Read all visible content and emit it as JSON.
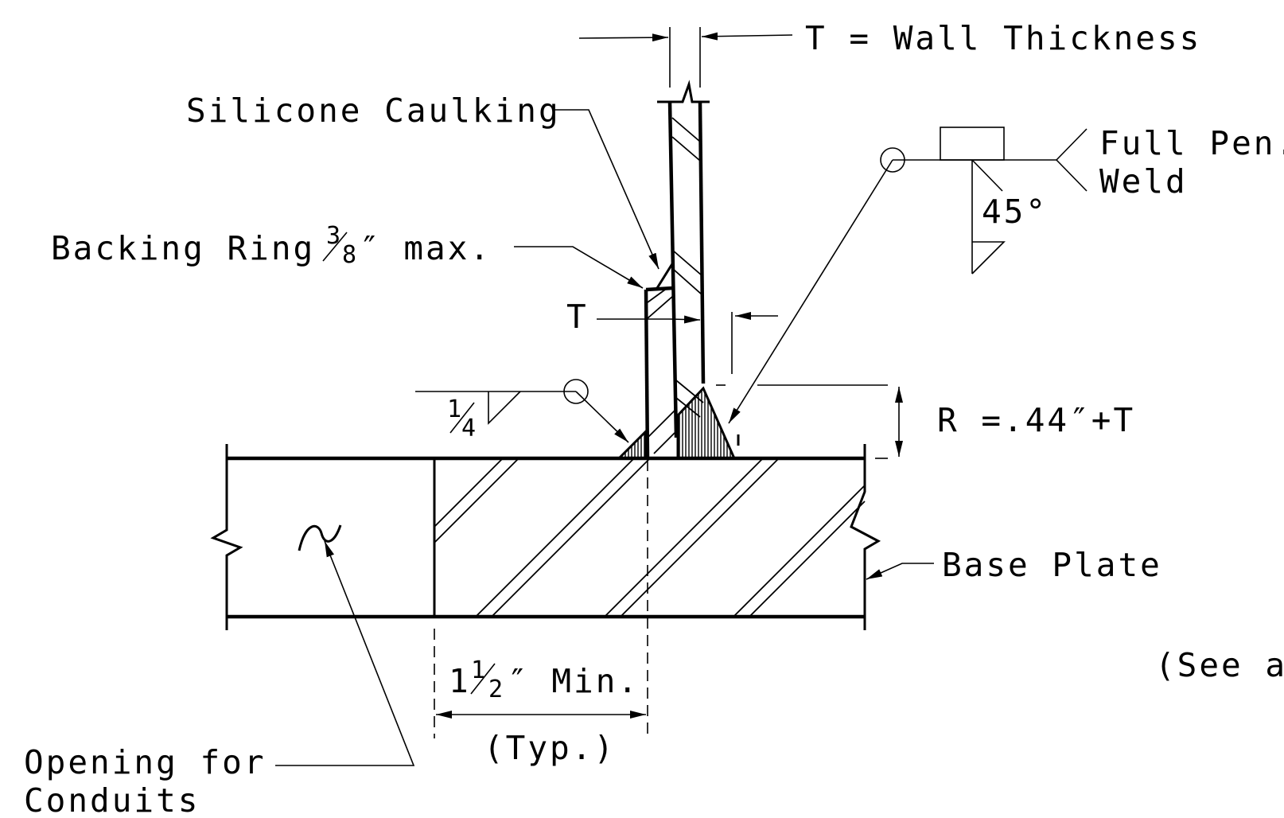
{
  "labels": {
    "wall_thickness": "T = Wall Thickness",
    "silicone_caulking": "Silicone Caulking",
    "backing_ring": "Backing Ring",
    "backing_ring_fraction_num": "3",
    "backing_ring_fraction_den": "8",
    "backing_ring_suffix": "″ max.",
    "t_label": "T",
    "full_pen_line1": "Full Pen.",
    "full_pen_line2": "Weld",
    "angle": "45°",
    "fillet_num": "1",
    "fillet_den": "4",
    "r_label": "R =.44″+T",
    "base_plate": "Base Plate",
    "min_whole": "1",
    "min_num": "1",
    "min_den": "2",
    "min_suffix": "″ Min.",
    "typ": "(Typ.)",
    "see_also": "(See al",
    "opening_line1": "Opening for",
    "opening_line2": "Conduits"
  }
}
